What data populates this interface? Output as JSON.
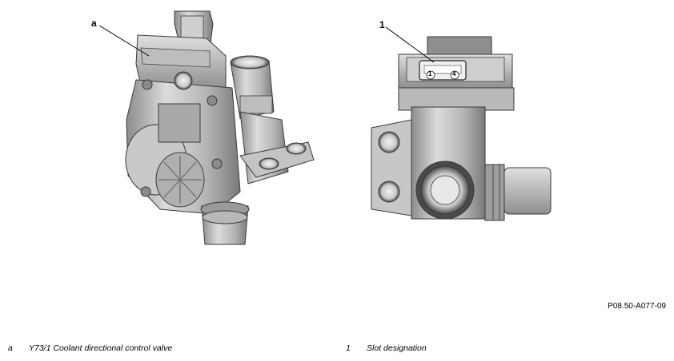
{
  "figure": {
    "callout_a": "a",
    "callout_1": "1",
    "connector_pin_left": "1",
    "connector_pin_right": "4",
    "reference_code": "P08.50-A077-09",
    "part_left_icon": "coolant-valve-iso-view-icon",
    "part_right_icon": "coolant-valve-front-view-icon"
  },
  "legend": [
    {
      "key": "a",
      "text": "Y73/1 Coolant directional control valve"
    },
    {
      "key": "1",
      "text": "Slot designation"
    }
  ],
  "colors": {
    "body_light": "#d9d9d9",
    "body_mid": "#a9a9a9",
    "body_dark": "#6e6e6e",
    "outline": "#3a3a3a"
  }
}
